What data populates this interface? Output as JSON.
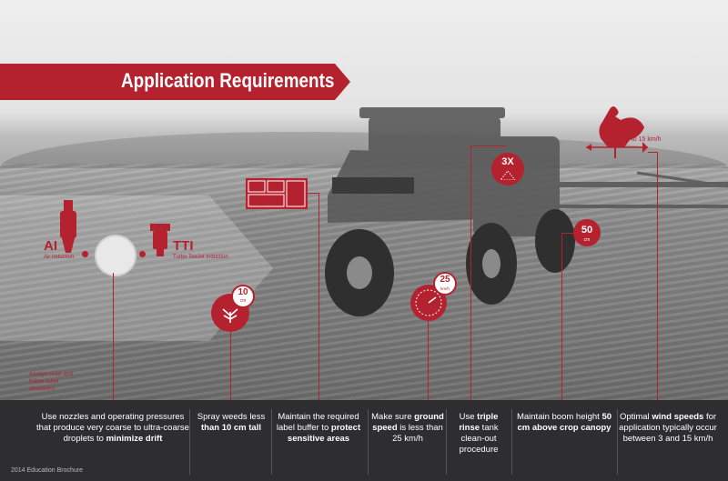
{
  "title": "Application Requirements",
  "nozzles": {
    "ai_code": "AI",
    "ai_name": "Air Induction",
    "tti_code": "TTI",
    "tti_name": "Turbo TeeJet Induction"
  },
  "note": "Always read and follow label directions",
  "badges": {
    "height_cm": "10",
    "height_unit": "cm",
    "speed": "25",
    "speed_unit": "km/h",
    "rinse": "3X",
    "boom_cm": "50",
    "boom_unit": "cm",
    "wind": "3 to 15 km/h"
  },
  "captions": [
    {
      "pre": "Use nozzles and operating pressures that produce very coarse to ultra-coarse droplets to ",
      "bold": "minimize drift",
      "post": ""
    },
    {
      "pre": "Spray weeds less ",
      "bold": "than 10 cm tall",
      "post": ""
    },
    {
      "pre": "Maintain the required label buffer to ",
      "bold": "protect sensitive areas",
      "post": ""
    },
    {
      "pre": "Make sure ",
      "bold": "ground speed",
      "post": " is less than 25 km/h"
    },
    {
      "pre": "Use ",
      "bold": "triple rinse",
      "post": " tank clean-out procedure"
    },
    {
      "pre": "Maintain boom height ",
      "bold": "50 cm above crop canopy",
      "post": ""
    },
    {
      "pre": "Optimal ",
      "bold": "wind speeds",
      "post": " for application typically occur between 3 and 15 km/h"
    }
  ],
  "footer_note": "2014 Education Brochure"
}
